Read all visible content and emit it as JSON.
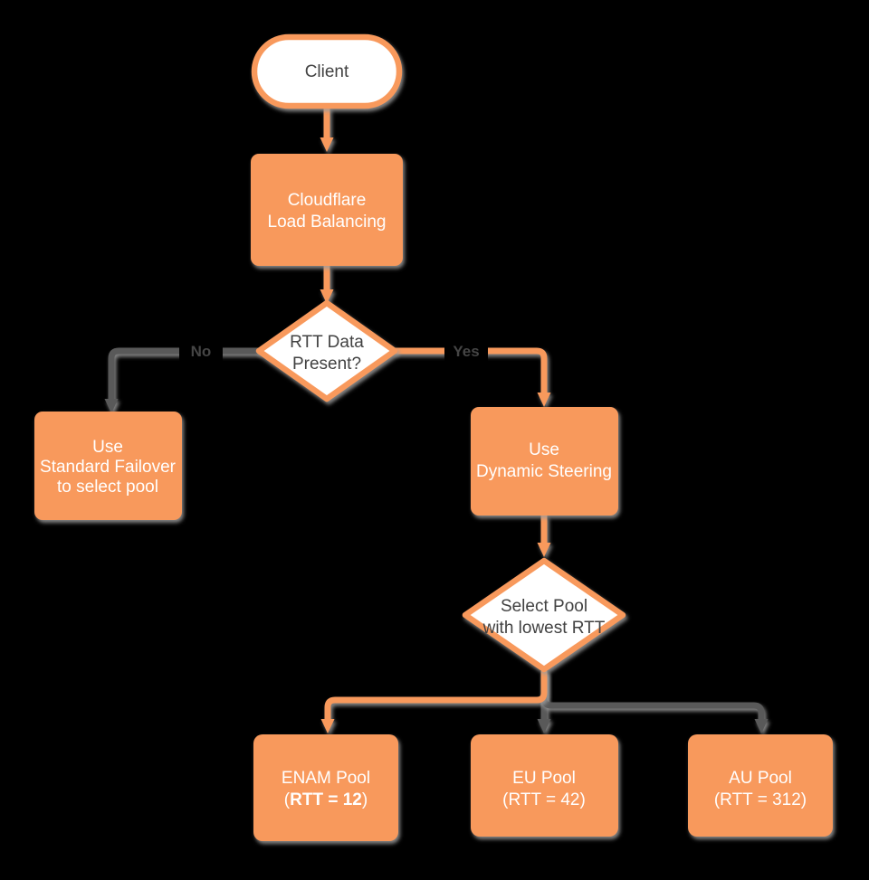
{
  "colors": {
    "background": "#000000",
    "orange": "#F8995C",
    "gray_edge": "#595959",
    "node_text_light": "#FFFFFF",
    "node_text_dark": "#424242",
    "edge_label_text": "#454545"
  },
  "nodes": {
    "client": {
      "label": "Client"
    },
    "load_balancing": {
      "line1": "Cloudflare",
      "line2": "Load Balancing"
    },
    "rtt_decision": {
      "line1": "RTT Data",
      "line2": "Present?"
    },
    "standard_failover": {
      "line1": "Use",
      "line2": "Standard Failover",
      "line3": "to select pool"
    },
    "dynamic_steering": {
      "line1": "Use",
      "line2": "Dynamic Steering"
    },
    "select_pool": {
      "line1": "Select Pool",
      "line2": "with lowest RTT"
    },
    "enam_pool": {
      "line1": "ENAM Pool",
      "line2_open": "(",
      "line2_bold": "RTT = 12",
      "line2_close": ")"
    },
    "eu_pool": {
      "line1": "EU Pool",
      "line2": "(RTT = 42)"
    },
    "au_pool": {
      "line1": "AU Pool",
      "line2": "(RTT = 312)"
    }
  },
  "edge_labels": {
    "no": "No",
    "yes": "Yes"
  }
}
